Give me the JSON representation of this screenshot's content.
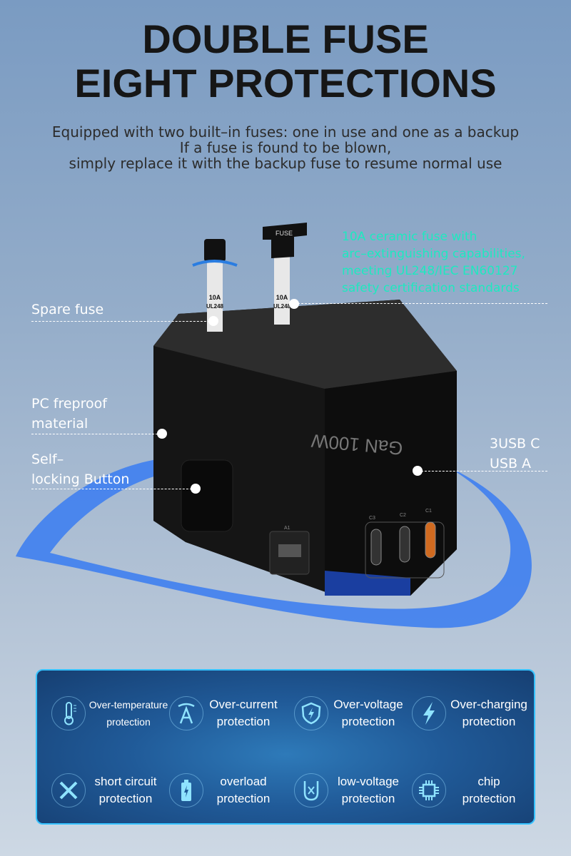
{
  "header": {
    "title_line1": "DOUBLE FUSE",
    "title_line2": "EIGHT PROTECTIONS",
    "subtitle": [
      "Equipped with two built–in fuses: one in use and one as a backup",
      "If a fuse is found to be blown,",
      "simply replace it with the backup fuse to resume normal use"
    ]
  },
  "callouts": {
    "fuse_spec": [
      "10A ceramic fuse with",
      "arc–extinguishing capabilities,",
      "meeting UL248/IEC EN60127",
      "safety certification standards"
    ],
    "spare_fuse": "Spare fuse",
    "material": [
      "PC freproof",
      "material"
    ],
    "button": [
      "Self–",
      "locking Button"
    ],
    "ports": [
      "3USB C",
      "USB A"
    ]
  },
  "product": {
    "brand_text": "GaN 100W",
    "fuse_label": [
      "10A",
      "UL248"
    ],
    "fuse_cap": "FUSE",
    "ports": [
      "C1",
      "C2",
      "C3",
      "A1"
    ]
  },
  "protections": [
    {
      "icon": "thermometer-icon",
      "line1": "Over-temperature",
      "line2": "protection"
    },
    {
      "icon": "ampere-icon",
      "line1": "Over-current",
      "line2": "protection"
    },
    {
      "icon": "shield-bolt-icon",
      "line1": "Over-voltage",
      "line2": "protection"
    },
    {
      "icon": "bolt-icon",
      "line1": "Over-charging",
      "line2": "protection"
    },
    {
      "icon": "x-icon",
      "line1": "short circuit",
      "line2": "protection"
    },
    {
      "icon": "battery-icon",
      "line1": "overload",
      "line2": "protection"
    },
    {
      "icon": "u-x-icon",
      "line1": "low-voltage",
      "line2": "protection"
    },
    {
      "icon": "chip-icon",
      "line1": "chip",
      "line2": "protection"
    }
  ],
  "colors": {
    "accent": "#1de9c0",
    "panel_border": "#36c3ff",
    "icon": "#8fe3ff"
  }
}
